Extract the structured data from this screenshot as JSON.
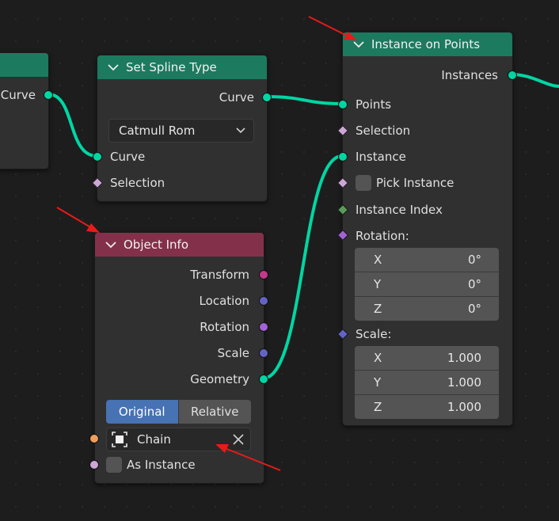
{
  "colors": {
    "geometry": "#00d6a3",
    "vector": "#6363c7",
    "rotation": "#a363d6",
    "field_diamond": "#cca6d6",
    "integer": "#5a9b5a",
    "matrix": "#c4398b",
    "object": "#ed9e5c",
    "header_geometry": "#1c7a5f",
    "header_input": "#83314a",
    "annotation_arrow": "#e81a1a"
  },
  "node_left_partial": {
    "output_curve": "Curve"
  },
  "node_set_spline": {
    "title": "Set Spline Type",
    "output_curve": "Curve",
    "dropdown_value": "Catmull Rom",
    "input_curve": "Curve",
    "input_selection": "Selection"
  },
  "node_object_info": {
    "title": "Object Info",
    "outputs": {
      "transform": "Transform",
      "location": "Location",
      "rotation": "Rotation",
      "scale": "Scale",
      "geometry": "Geometry"
    },
    "toggle_original": "Original",
    "toggle_relative": "Relative",
    "object_value": "Chain",
    "as_instance": "As Instance"
  },
  "node_instance_on_points": {
    "title": "Instance on Points",
    "output_instances": "Instances",
    "points": "Points",
    "selection": "Selection",
    "instance": "Instance",
    "pick_instance": "Pick Instance",
    "instance_index": "Instance Index",
    "rotation_label": "Rotation:",
    "rotation": {
      "x_label": "X",
      "x": "0°",
      "y_label": "Y",
      "y": "0°",
      "z_label": "Z",
      "z": "0°"
    },
    "scale_label": "Scale:",
    "scale": {
      "x_label": "X",
      "x": "1.000",
      "y_label": "Y",
      "y": "1.000",
      "z_label": "Z",
      "z": "1.000"
    }
  }
}
